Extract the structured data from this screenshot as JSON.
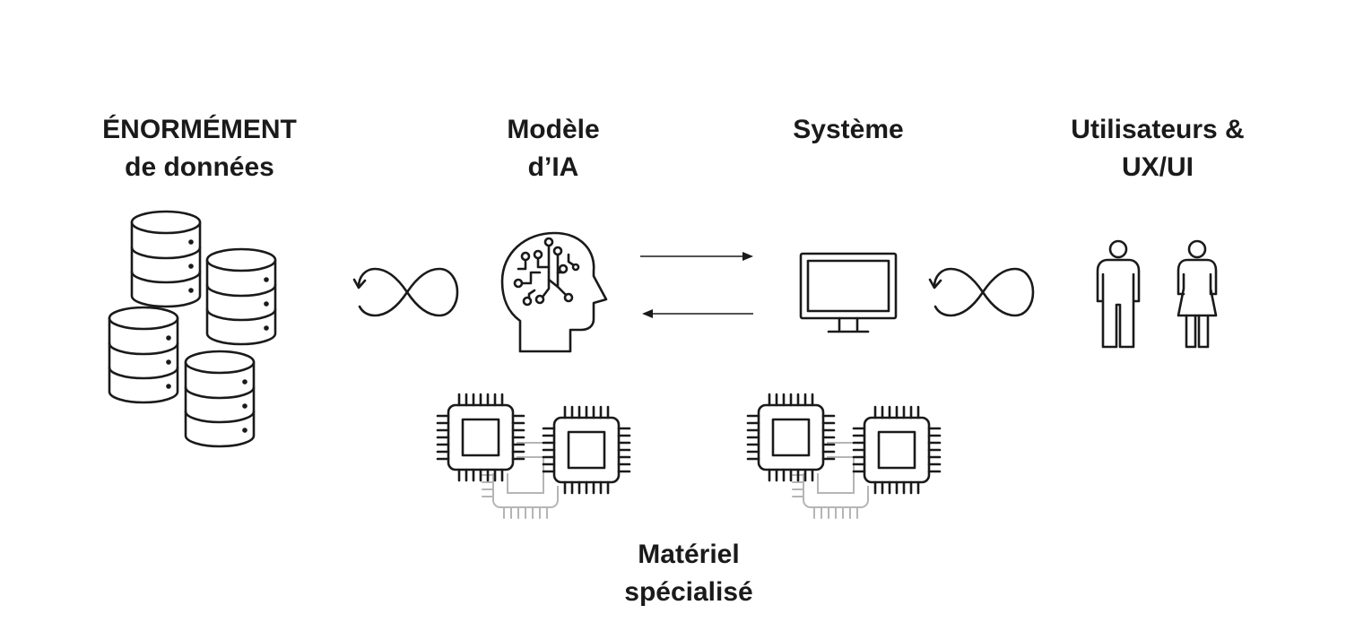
{
  "labels": {
    "data": {
      "line1": "ÉNORMÉMENT",
      "line2": "de données"
    },
    "model": {
      "line1": "Modèle",
      "line2": "d’IA"
    },
    "system": {
      "line1": "Système"
    },
    "users": {
      "line1": "Utilisateurs &",
      "line2": "UX/UI"
    },
    "hardware": {
      "line1": "Matériel",
      "line2": "spécialisé"
    }
  },
  "icons": {
    "data": "database-stack-icon",
    "loop_left": "infinity-loop-icon",
    "model": "ai-head-icon",
    "system": "monitor-icon",
    "loop_right": "infinity-loop-icon",
    "users": "people-icon",
    "hardware": "chip-icon"
  },
  "colors": {
    "ink": "#1a1a1a",
    "ghost": "#b5b5b5",
    "background": "#ffffff"
  }
}
